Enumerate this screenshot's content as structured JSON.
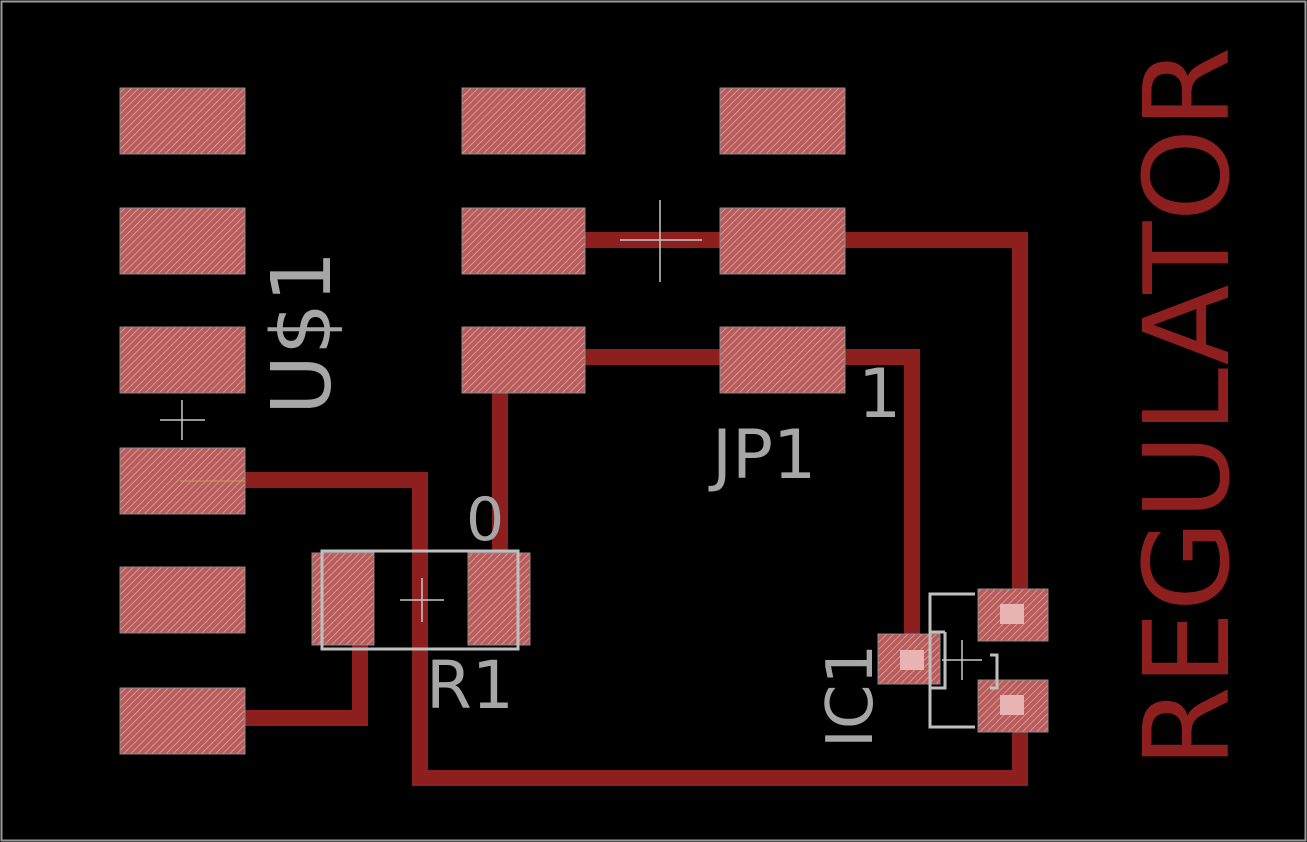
{
  "board": {
    "colors": {
      "background": "#000000",
      "outline": "#9a9a9a",
      "copper": "#8e1f1f",
      "pad_fill": "#b85c5c",
      "pad_hatch": "#e2a3a3",
      "silkscreen": "#a6a6a6",
      "origin_cross": "#c8c8c8"
    },
    "labels": {
      "u1_name": "U$1",
      "jp1_name": "JP1",
      "jp1_pin": "1",
      "r1_name": "R1",
      "r1_value": "0",
      "ic1_name": "IC1",
      "board_title": "REGULATOR"
    },
    "icons": [
      "origin-cross-icon"
    ]
  }
}
